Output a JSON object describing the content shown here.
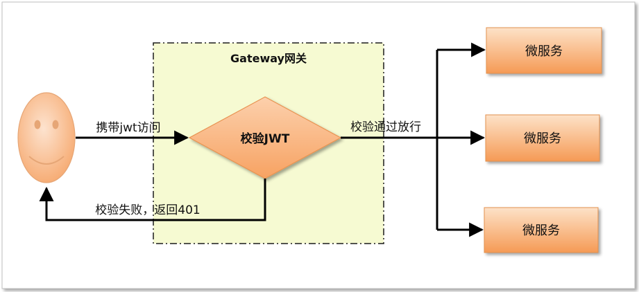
{
  "gateway": {
    "title": "Gateway网关",
    "title_color": "#e01010",
    "fill": "#f6fad2"
  },
  "nodes": {
    "client_icon": "smiley-face",
    "validate": "校验JWT",
    "services": [
      "微服务",
      "微服务",
      "微服务"
    ]
  },
  "edges": {
    "request": "携带jwt访问",
    "pass": "校验通过放行",
    "fail": "校验失败，返回401"
  },
  "colors": {
    "face_fill": "#f9b98c",
    "face_stroke": "#e09a66",
    "service_fill": "#f8a666",
    "diamond_fill": "#f9ad6e",
    "arrow": "#000000"
  }
}
